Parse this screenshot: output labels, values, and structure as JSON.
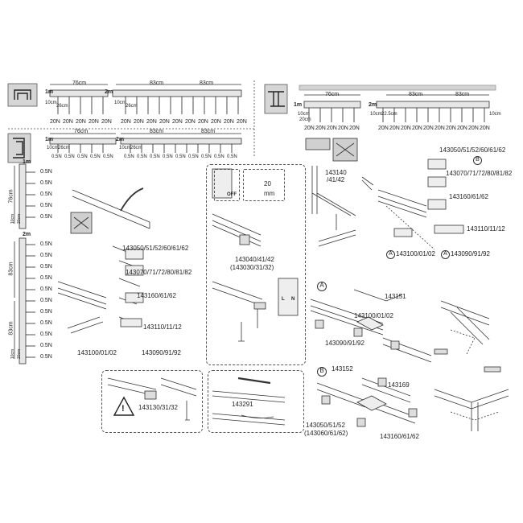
{
  "left_top": {
    "len_1m": "1m",
    "len_2m": "2m",
    "dim_76": "76cm",
    "dim_83a": "83cm",
    "dim_83b": "83cm",
    "gap_10": "10cm",
    "gap_26": "26cm",
    "gap_10b": "10cm",
    "gap_26b": "26cm",
    "load": "20N"
  },
  "left_second": {
    "len_1m": "1m",
    "len_2m": "2m",
    "dim_76": "76cm",
    "dim_83a": "83cm",
    "dim_83b": "83cm",
    "gap_10": "10cm",
    "gap_26": "26cm",
    "gap_10b": "10cm",
    "gap_26b": "26cm",
    "load": "0.5N"
  },
  "vertical_1m": {
    "len": "1m",
    "dim": "76cm",
    "gap_10": "10cm",
    "gap_20": "20cm",
    "load": "0.5N"
  },
  "vertical_2m": {
    "len": "2m",
    "dim_a": "83cm",
    "dim_b": "83cm",
    "gap_10": "10cm",
    "gap_20": "20cm",
    "load": "0.5N"
  },
  "right_top": {
    "len_1m": "1m",
    "len_2m": "2m",
    "dim_76": "76cm",
    "dim_83a": "83cm",
    "dim_83b": "83cm",
    "gap_10": "10cm",
    "gap_20": "20cm",
    "gap_10b": "10cm",
    "gap_225": "22.5cm",
    "gap_10c": "10cm",
    "load": "20N"
  },
  "parts": {
    "p143050": "143050/51/52/60/61/62",
    "p143070": "143070/71/72/80/81/82",
    "p143160": "143160/61/62",
    "p143110": "143110/11/12",
    "p143100": "143100/01/02",
    "p143090": "143090/91/92",
    "p143040": "143040/41/42",
    "p143030": "(143030/31/32)",
    "p143130": "143130/31/32",
    "p143291": "143291",
    "p143140a": "143140",
    "p143140b": "/41/42",
    "p143151": "143151",
    "p143152": "143152",
    "p143169": "143169",
    "p143050b": "143050/51/52",
    "p143060": "(143060/61/62)"
  },
  "labels": {
    "off": "OFF",
    "twenty": "20",
    "mm": "mm",
    "circle_a": "A",
    "circle_b": "B",
    "warn": "!",
    "l_label": "L",
    "n_label": "N"
  }
}
